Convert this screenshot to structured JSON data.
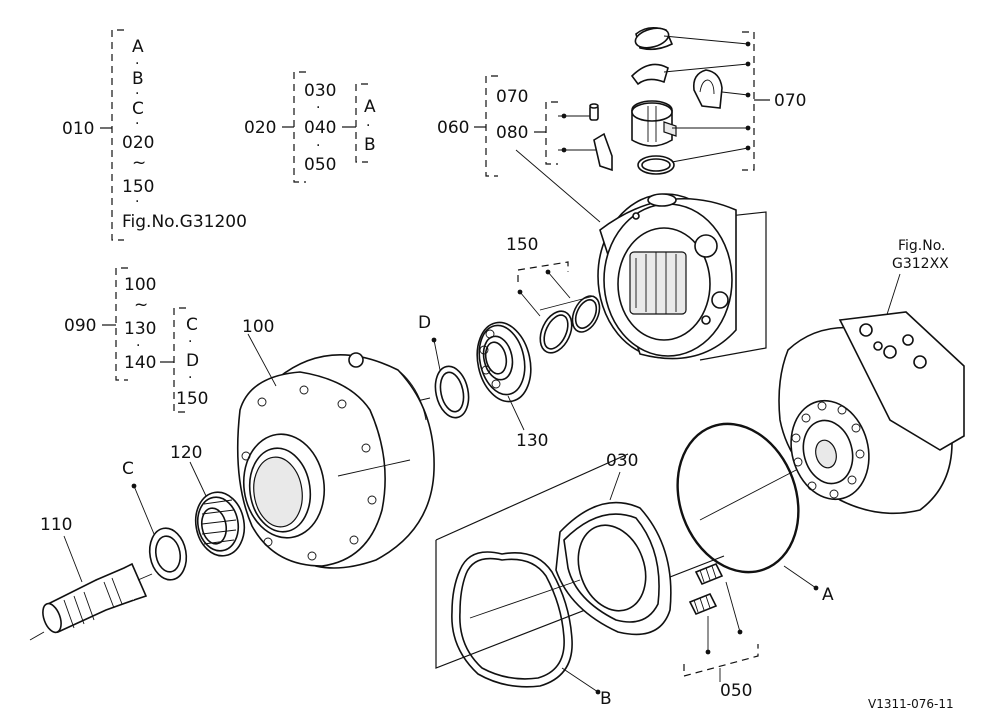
{
  "legend_groups": {
    "g010": {
      "main": "010",
      "items": [
        "A",
        "·",
        "B",
        "·",
        "C",
        "·",
        "020",
        "~",
        "150",
        "·",
        "Fig.No.G31200"
      ]
    },
    "g020": {
      "main": "020",
      "items": [
        "030",
        "·",
        "040",
        "·",
        "050"
      ],
      "sub": [
        "A",
        "·",
        "B"
      ]
    },
    "g060": {
      "main": "060",
      "items": [
        "070",
        "080"
      ]
    },
    "g090": {
      "main": "090",
      "items": [
        "100",
        "~",
        "130",
        "·",
        "140"
      ],
      "sub": [
        "C",
        "·",
        "D",
        "·",
        "150"
      ]
    }
  },
  "callouts": {
    "c070": "070",
    "c100": "100",
    "c110": "110",
    "c120": "120",
    "c130": "130",
    "c150": "150",
    "c030": "030",
    "c050": "050",
    "cA": "A",
    "cB": "B",
    "cC": "C",
    "cD": "D"
  },
  "ref_fig": {
    "line1": "Fig.No.",
    "line2": "G312XX"
  },
  "code": "V1311-076-11"
}
